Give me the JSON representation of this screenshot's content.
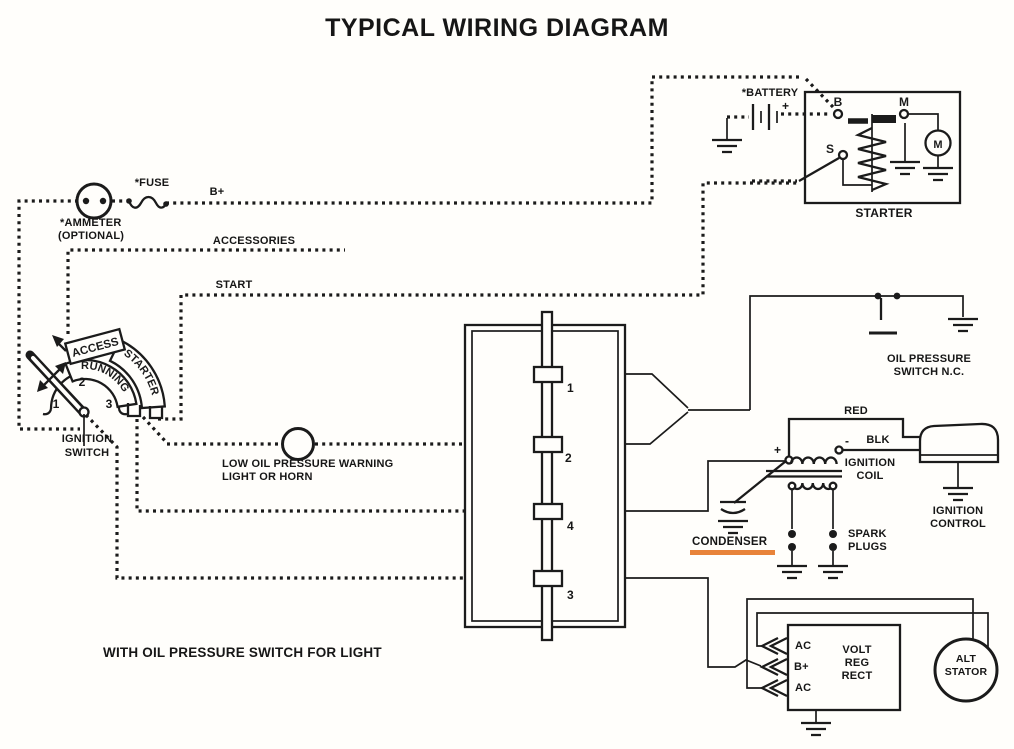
{
  "title": "TYPICAL WIRING DIAGRAM",
  "footer_note": "WITH OIL PRESSURE SWITCH FOR LIGHT",
  "colors": {
    "ink": "#1b1b1b",
    "highlight": "#e8833a",
    "paper": "#fffefb"
  },
  "battery": {
    "label": "*BATTERY",
    "plus": "+"
  },
  "starter": {
    "label": "STARTER",
    "b": "B",
    "m": "M",
    "s": "S",
    "motor": "M"
  },
  "feed": {
    "fuse": "*FUSE",
    "b_plus": "B+",
    "ammeter1": "*AMMETER",
    "ammeter2": "(OPTIONAL)",
    "accessories": "ACCESSORIES",
    "start": "START"
  },
  "ignition_switch": {
    "label1": "IGNITION",
    "label2": "SWITCH",
    "positions": [
      "ACCESS",
      "RUNNING",
      "STARTER"
    ],
    "detents": [
      "1",
      "2",
      "3"
    ]
  },
  "warning_light": {
    "label1": "LOW OIL PRESSURE WARNING",
    "label2": "LIGHT OR HORN"
  },
  "connector": {
    "pins": [
      "1",
      "2",
      "4",
      "3"
    ]
  },
  "oil_switch": {
    "label1": "OIL PRESSURE",
    "label2": "SWITCH N.C."
  },
  "coil": {
    "red": "RED",
    "blk": "BLK",
    "label1": "IGNITION",
    "label2": "COIL",
    "plus": "+",
    "minus": "-"
  },
  "ignition_control": {
    "label1": "IGNITION",
    "label2": "CONTROL"
  },
  "condenser": {
    "label": "CONDENSER"
  },
  "spark_plugs": {
    "label1": "SPARK",
    "label2": "PLUGS"
  },
  "regulator": {
    "label1": "VOLT",
    "label2": "REG",
    "label3": "RECT",
    "inputs": [
      "AC",
      "B+",
      "AC"
    ]
  },
  "alternator": {
    "label1": "ALT",
    "label2": "STATOR"
  }
}
